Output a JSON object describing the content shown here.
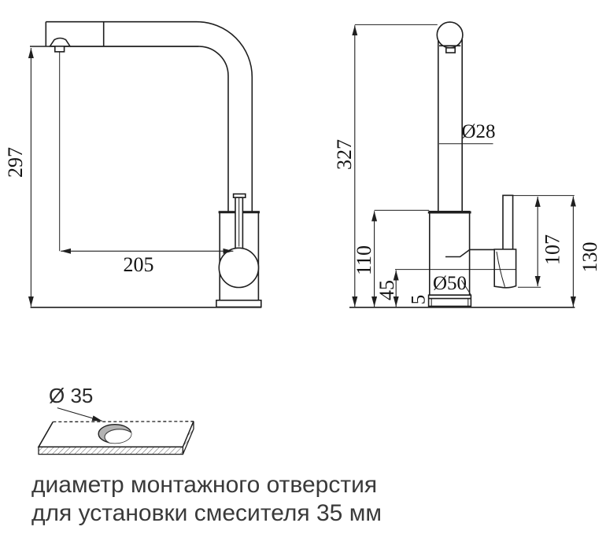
{
  "drawing": {
    "side_view": {
      "height": "297",
      "reach": "205"
    },
    "front_view": {
      "total_height": "327",
      "spout_diameter": "Ø28",
      "body_height": "110",
      "inlet_height": "45",
      "base_thickness": "5",
      "base_diameter": "Ø50",
      "handle_height": "107",
      "right_total_height": "130"
    },
    "mounting_hole": {
      "diameter": "Ø 35"
    }
  },
  "caption": {
    "line1": "диаметр монтажного отверстия",
    "line2": "для установки смесителя 35 мм"
  },
  "colors": {
    "line": "#1f1f1f",
    "caption_text": "#3a3a3a",
    "hole_fill": "#b3b3b3",
    "background": "#ffffff"
  }
}
